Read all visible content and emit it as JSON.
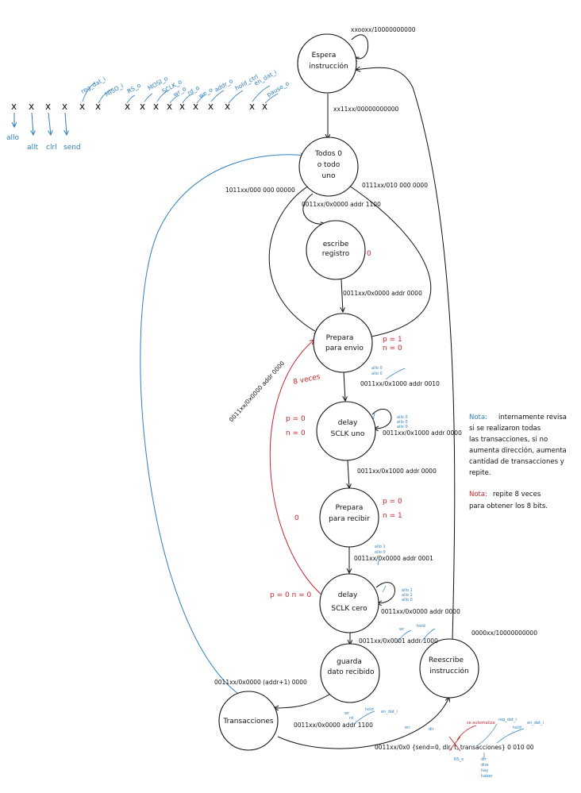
{
  "states": {
    "espera": [
      "Espera",
      "instrucción"
    ],
    "todos": [
      "Todos 0",
      "o todo",
      "uno"
    ],
    "escribe": [
      "escribe",
      "registro"
    ],
    "prepara_envio": [
      "Prepara",
      "para envio"
    ],
    "delay_uno": [
      "delay",
      "SCLK uno"
    ],
    "prepara_recibir": [
      "Prepara",
      "para recibir"
    ],
    "delay_cero": [
      "delay",
      "SCLK cero"
    ],
    "guarda": [
      "guarda",
      "dato recibido"
    ],
    "transacciones": [
      "Transacciones"
    ],
    "reescribe": [
      "Reescribe",
      "instrucción"
    ]
  },
  "transitions": {
    "espera_self": "xxooxx/10000000000",
    "espera_todos": "xx11xx/00000000000",
    "todos_prepara": "1011xx/000 000 00000",
    "todos_escribe": "0011xx/0x0000 addr 1100",
    "todos_prepara_right": "0111xx/010 000 0000",
    "escribe_prepara": "0011xx/0x0000 addr 0000",
    "prepara_delay": "0011xx/0x1000 addr 0010",
    "delay_uno_self": "0011xx/0x1000 addr 0000",
    "delay_prepara_recibir": "0011xx/0x1000 addr 0000",
    "recibir_delay": "0011xx/0x0000 addr 0001",
    "delay_cero_self": "0011xx/0x0000 addr 0000",
    "delay_guarda": "0011xx/0x0001 addr 1000",
    "guarda_trans": "0011xx/0x0000 (addr+1) 0000",
    "trans_reescribe": "0011xx/0x0 {send=0, dir, t, transacciones} 0 010 00",
    "trans_guarda": "0011xx/0x0000 addr 1100",
    "reescribe_espera": "0000xx/10000000000",
    "delay_cero_prepara": "0011xx/0x0000 addr 0000",
    "loop_count": "8 veces"
  },
  "inputs": {
    "marks": [
      "x",
      "x",
      "x",
      "x"
    ],
    "names": [
      "allo",
      "allt",
      "clrl",
      "send"
    ]
  },
  "outputs": {
    "marks": [
      "x",
      "x",
      "x",
      "x",
      "x",
      "x",
      "x",
      "x",
      "x",
      "x",
      "x",
      "x"
    ],
    "names": [
      "reg_dat_i",
      "MISO_i",
      "RS_o",
      "MOSI_o",
      "SCLK_o",
      "wr_o",
      "rd_o",
      "we_o",
      "addr_o",
      "hold_ctrl",
      "en_dat_i",
      "pause_o"
    ]
  },
  "assignments": {
    "escribe": "0",
    "prepara_envio": [
      "p = 1",
      "n = 0"
    ],
    "delay_uno": [
      "p = 0",
      "n = 0"
    ],
    "prepara_recibir": [
      "p = 0",
      "n = 1"
    ],
    "prepara_recibir_left": "0",
    "delay_cero": "p = 0   n = 0"
  },
  "small_labels": {
    "prepara_envio": [
      "allo 0",
      "allo 0"
    ],
    "delay_uno": [
      "allo 0",
      "allo 0",
      "allo 0"
    ],
    "recibir": [
      "allo 1",
      "allo 0"
    ],
    "delay_cero": [
      "allo 1",
      "allo 1",
      "allo 0"
    ],
    "guarda": [
      "wr",
      "hold"
    ],
    "trans_guarda": [
      "en_dat_i",
      "hold",
      "wr",
      "rd"
    ],
    "trans_reescribe": [
      "en",
      "dir",
      "se automatiza",
      "reg_dat_i",
      "hold",
      "en_dat_i",
      "RS_o",
      "dir",
      "dire",
      "hay",
      "haber"
    ]
  },
  "notes": [
    {
      "key": "Nota:",
      "lines": [
        "internamente revisa",
        "si se realizaron todas",
        "las transacciones, si no",
        "aumenta dirección, aumenta",
        "cantidad de transacciones y",
        "repite."
      ],
      "key_color": "#2f7fbf"
    },
    {
      "key": "Nota:",
      "lines": [
        "repite 8 veces",
        "para obtener los 8 bits."
      ],
      "key_color": "#c8242b"
    }
  ]
}
